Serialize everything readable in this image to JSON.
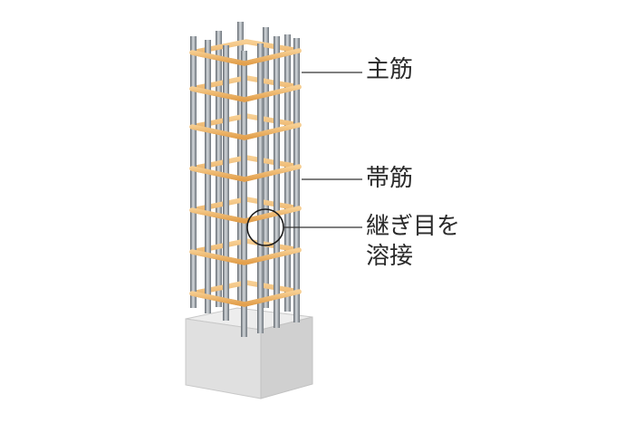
{
  "labels": {
    "main_rebar": "主筋",
    "hoop": "帯筋",
    "weld_line1": "継ぎ目を",
    "weld_line2": "溶接"
  },
  "colors": {
    "hoop": "#f2b86a",
    "hoop_edge": "#d8913a",
    "rebar": "#7d858d",
    "rebar_light": "#c9ced3",
    "base_front": "#dedede",
    "base_top": "#ebebeb",
    "base_side": "#cfcfcf",
    "leader": "#333333"
  }
}
